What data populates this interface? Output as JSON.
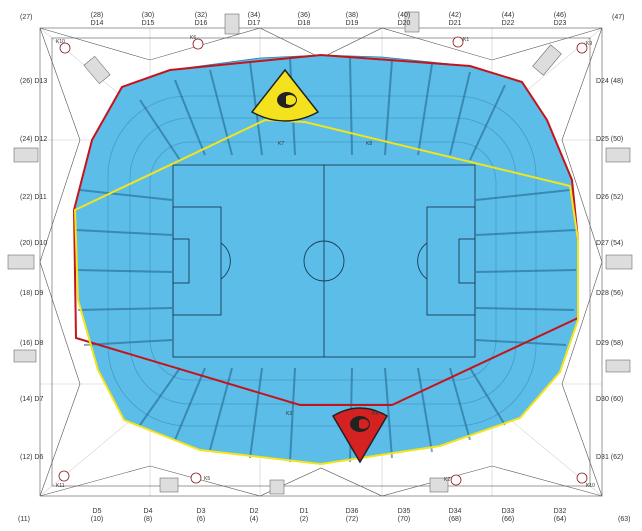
{
  "corners": {
    "top_left": "(27)",
    "top_right": "(47)",
    "bottom_left": "(11)",
    "bottom_right": "(63)"
  },
  "top_labels": [
    {
      "a": "(28)",
      "b": "D14"
    },
    {
      "a": "(30)",
      "b": "D15"
    },
    {
      "a": "(32)",
      "b": "D16"
    },
    {
      "a": "(34)",
      "b": "D17"
    },
    {
      "a": "(36)",
      "b": "D18"
    },
    {
      "a": "(38)",
      "b": "D19"
    },
    {
      "a": "(40)",
      "b": "D20"
    },
    {
      "a": "(42)",
      "b": "D21"
    },
    {
      "a": "(44)",
      "b": "D22"
    },
    {
      "a": "(46)",
      "b": "D23"
    }
  ],
  "bottom_labels": [
    {
      "a": "D5",
      "b": "(10)"
    },
    {
      "a": "D4",
      "b": "(8)"
    },
    {
      "a": "D3",
      "b": "(6)"
    },
    {
      "a": "D2",
      "b": "(4)"
    },
    {
      "a": "D1",
      "b": "(2)"
    },
    {
      "a": "D36",
      "b": "(72)"
    },
    {
      "a": "D35",
      "b": "(70)"
    },
    {
      "a": "D34",
      "b": "(68)"
    },
    {
      "a": "D33",
      "b": "(66)"
    },
    {
      "a": "D32",
      "b": "(64)"
    }
  ],
  "left_labels": [
    "(26) D13",
    "(24) D12",
    "(22) D11",
    "(20) D10",
    "(18) D9",
    "(16) D8",
    "(14) D7",
    "(12) D6"
  ],
  "right_labels": [
    "D24 (48)",
    "D25 (50)",
    "D26 (52)",
    "D27 (54)",
    "D28 (56)",
    "D29 (58)",
    "D30 (60)",
    "D31 (62)"
  ],
  "markers": [
    "K10",
    "K6",
    "K1",
    "K9",
    "K11",
    "K5",
    "K2",
    "K10",
    "K7",
    "K8",
    "K3",
    "K4"
  ],
  "cameras": [
    {
      "name": "camera-top",
      "color": "#f4e21e"
    },
    {
      "name": "camera-bottom",
      "color": "#d42121"
    }
  ],
  "colors": {
    "coverage": "#5cbde8",
    "red_outline": "#c4141b",
    "yellow_outline": "#f3e41b"
  }
}
